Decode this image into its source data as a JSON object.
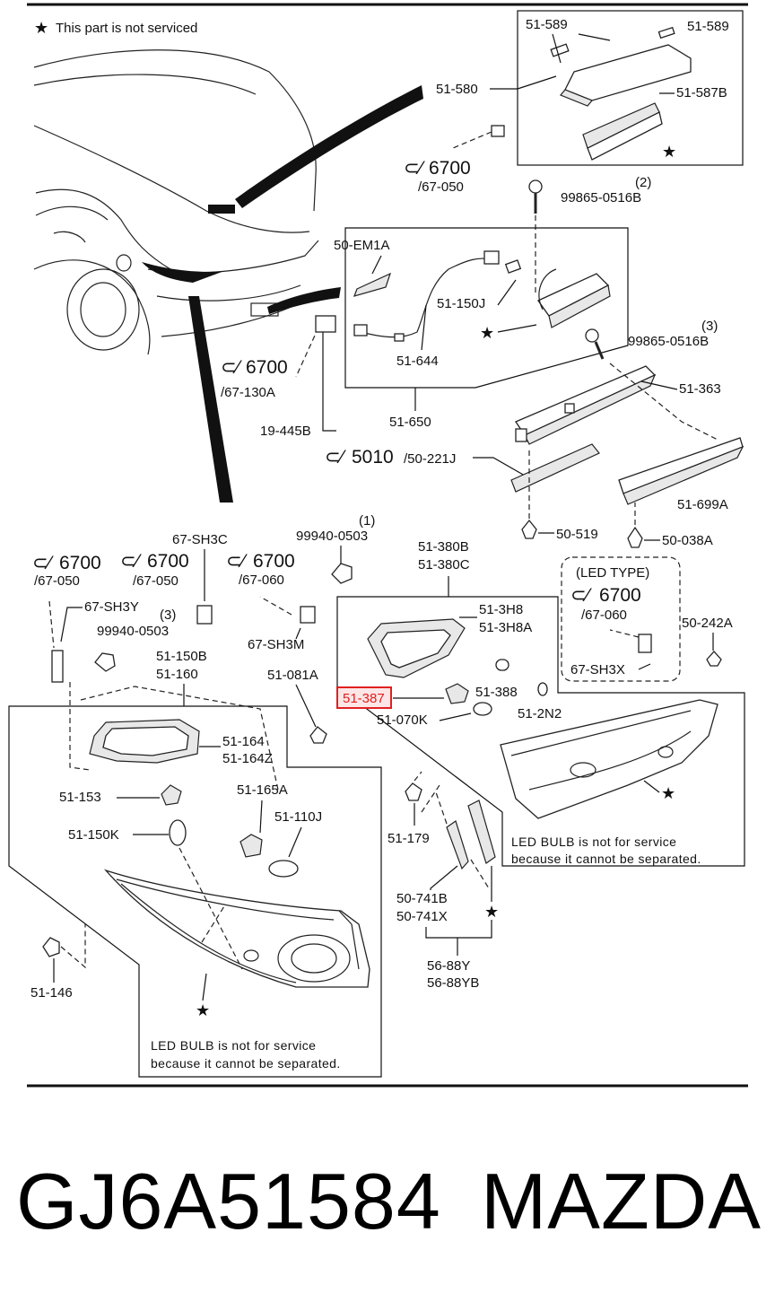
{
  "legend": {
    "star": "★",
    "text": "This part is not serviced"
  },
  "group_labels": {
    "g_6700_a": "6700",
    "g_67_050_a": "/67-050",
    "g_6700_b": "6700",
    "g_67_130A": "/67-130A",
    "g_5010": "5010",
    "g_50_221J": "/50-221J",
    "g_6700_c": "6700",
    "g_67_050_c": "/67-050",
    "g_6700_d": "6700",
    "g_67_050_d": "/67-050",
    "g_6700_e": "6700",
    "g_67_060_e": "/67-060",
    "g_6700_f": "6700",
    "g_67_060_f": "/67-060"
  },
  "parts": {
    "p51_589_l": "51-589",
    "p51_589_r": "51-589",
    "p51_580": "51-580",
    "p51_587B": "51-587B",
    "p99865_0516B_a": "99865-0516B",
    "qty2": "(2)",
    "p50_EM1A": "50-EM1A",
    "p51_150J": "51-150J",
    "p51_644": "51-644",
    "p51_650": "51-650",
    "p19_445B": "19-445B",
    "p99865_0516B_b": "99865-0516B",
    "qty3a": "(3)",
    "p51_363": "51-363",
    "p51_699A": "51-699A",
    "p50_519": "50-519",
    "p50_038A": "50-038A",
    "p67_SH3C": "67-SH3C",
    "p99940_0503_a": "99940-0503",
    "qty1": "(1)",
    "p67_SH3Y": "67-SH3Y",
    "p99940_0503_b": "99940-0503",
    "qty3b": "(3)",
    "p67_SH3M": "67-SH3M",
    "p51_380B": "51-380B",
    "p51_380C": "51-380C",
    "led_type": "(LED TYPE)",
    "p67_SH3X": "67-SH3X",
    "p50_242A": "50-242A",
    "p51_3H8": "51-3H8",
    "p51_3H8A": "51-3H8A",
    "p51_387": "51-387",
    "p51_388": "51-388",
    "p51_070K": "51-070K",
    "p51_2N2": "51-2N2",
    "p51_150B": "51-150B",
    "p51_160": "51-160",
    "p51_081A": "51-081A",
    "p51_164": "51-164",
    "p51_164Z": "51-164Z",
    "p51_153": "51-153",
    "p51_165A": "51-165A",
    "p51_110J": "51-110J",
    "p51_150K": "51-150K",
    "p51_179": "51-179",
    "p50_741B": "50-741B",
    "p50_741X": "50-741X",
    "p56_88Y": "56-88Y",
    "p56_88YB": "56-88YB",
    "p51_146": "51-146"
  },
  "notes": {
    "note_right_1": "LED  BULB  is  not  for  service",
    "note_right_2": "because  it  cannot  be  separated.",
    "note_left_1": "LED  BULB  is  not  for  service",
    "note_left_2": "because  it  cannot  be  separated."
  },
  "footer": {
    "part_number": "GJ6A51584",
    "brand": "MAZDA"
  },
  "colors": {
    "highlight": "#e02020",
    "highlight_fill": "#fde6e6",
    "ink": "#111111"
  }
}
